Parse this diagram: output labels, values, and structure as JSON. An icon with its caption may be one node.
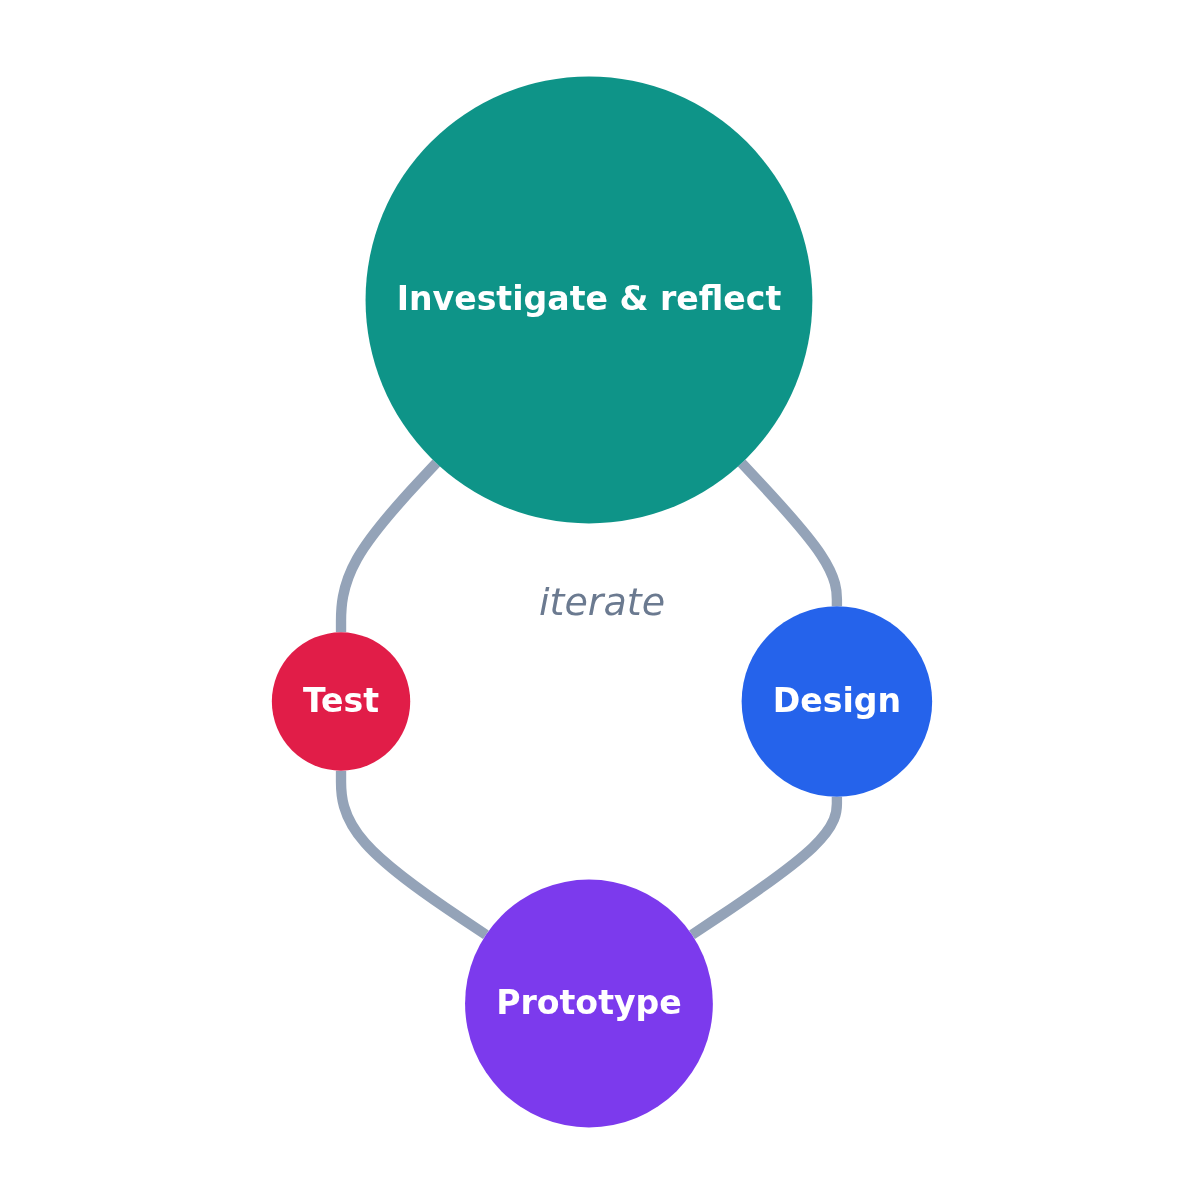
{
  "diagram": {
    "nodes": [
      {
        "text": [
          "Investigate & reflect"
        ]
      },
      {
        "text": [
          "Test"
        ]
      },
      {
        "text": [
          "Design"
        ]
      },
      {
        "text": [
          "Prototype"
        ]
      }
    ],
    "edges": [
      {
        "from": 0,
        "to": 1,
        "arrow": "none"
      },
      {
        "from": 0,
        "to": 2,
        "arrow": "none"
      },
      {
        "from": 1,
        "to": 3,
        "arrow": "none"
      },
      {
        "from": 2,
        "to": 3,
        "arrow": "none"
      }
    ],
    "labels": [
      "iterate"
    ]
  }
}
